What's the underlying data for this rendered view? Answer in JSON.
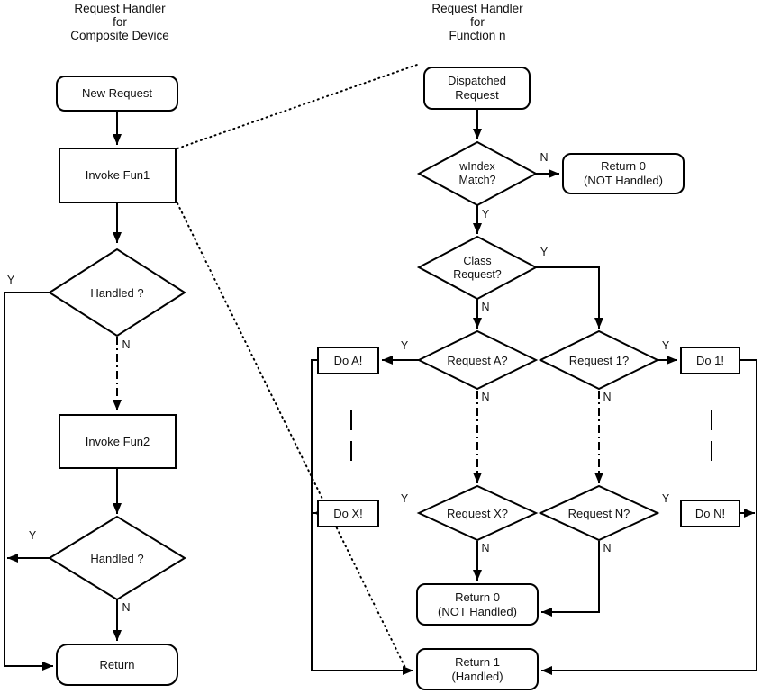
{
  "colors": {
    "stroke": "#000000",
    "background": "#ffffff",
    "text": "#111111"
  },
  "left_chart": {
    "title": "Request Handler\nfor\nComposite Device",
    "nodes": {
      "new_request": "New Request",
      "invoke_fun1": "Invoke Fun1",
      "handled_1": "Handled ?",
      "invoke_fun2": "Invoke Fun2",
      "handled_2": "Handled ?",
      "return": "Return"
    }
  },
  "right_chart": {
    "title": "Request Handler\nfor\nFunction n",
    "nodes": {
      "dispatched_request": "Dispatched\nRequest",
      "windex_match": "wIndex\nMatch?",
      "return_0_not_handled_top": "Return 0\n(NOT Handled)",
      "class_request": "Class\nRequest?",
      "request_a": "Request A?",
      "do_a": "Do A!",
      "request_1": "Request 1?",
      "do_1": "Do 1!",
      "request_x": "Request X?",
      "do_x": "Do X!",
      "request_n": "Request N?",
      "do_n": "Do N!",
      "return_0_not_handled_bottom": "Return 0\n(NOT Handled)",
      "return_1_handled": "Return 1\n(Handled)"
    }
  },
  "branch_labels": {
    "yes": "Y",
    "no": "N"
  }
}
